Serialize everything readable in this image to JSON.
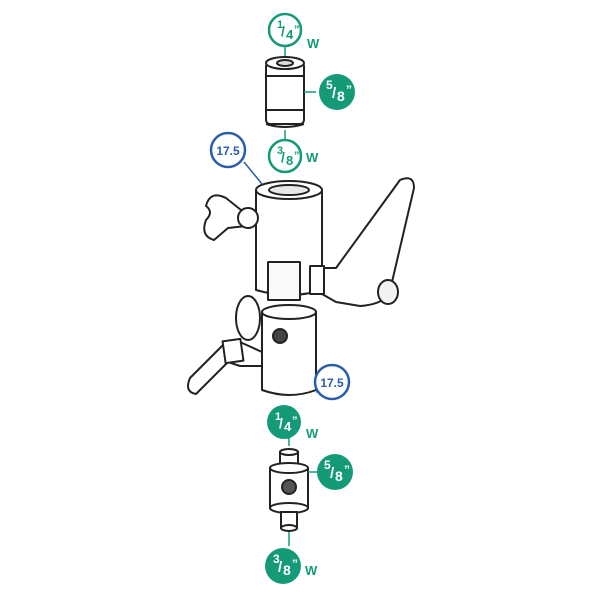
{
  "colors": {
    "teal": "#159a78",
    "blue": "#2b5ea8",
    "outline": "#222222",
    "white": "#ffffff"
  },
  "callouts": {
    "top_spigot_top": {
      "num": "1",
      "den": "4",
      "mark": "”",
      "suffix": "W"
    },
    "top_spigot_side": {
      "num": "5",
      "den": "8",
      "mark": "”"
    },
    "top_spigot_bottom": {
      "num": "3",
      "den": "8",
      "mark": "”",
      "suffix": "W"
    },
    "receiver_top": "17.5",
    "receiver_bottom": "17.5",
    "stud_top": {
      "num": "1",
      "den": "4",
      "mark": "”",
      "suffix": "W"
    },
    "stud_side": {
      "num": "5",
      "den": "8",
      "mark": "”"
    },
    "stud_bottom": {
      "num": "3",
      "den": "8",
      "mark": "”",
      "suffix": "W"
    }
  }
}
